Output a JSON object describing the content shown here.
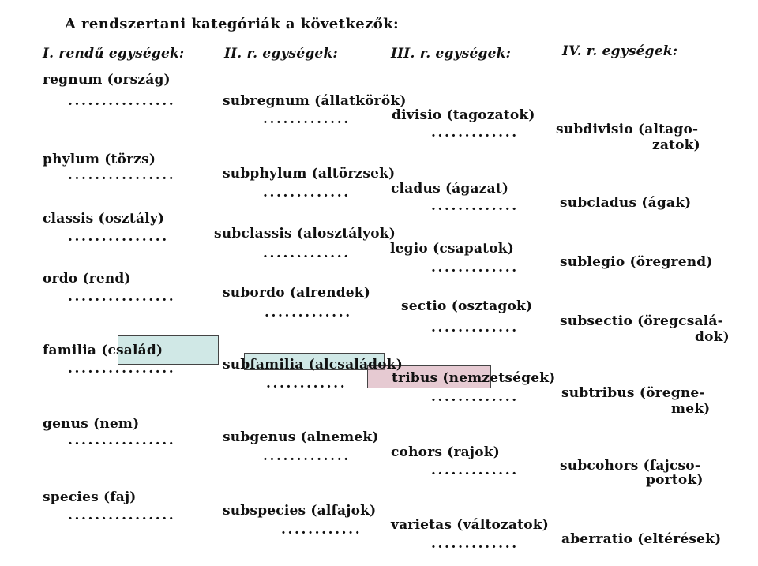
{
  "title": "A rendszertani kategóriák a következők:",
  "headers": [
    "I. rendű egységek:",
    "II. r. egységek:",
    "III. r. egységek:",
    "IV. r. egységek:"
  ],
  "dots": {
    "d15": "................",
    "d16": "...............",
    "d13": ".............",
    "d12": "............"
  },
  "groups": [
    {
      "r1": "regnum (ország)",
      "r2": "subregnum (állatkörök)",
      "r3": "divisio (tagozatok)",
      "r4a": "subdivisio (altago-",
      "r4b": "zatok)"
    },
    {
      "r1": "phylum (törzs)",
      "r2": "subphylum (altörzsek)",
      "r3": "cladus (ágazat)",
      "r4a": "subcladus (ágak)"
    },
    {
      "r1": "classis (osztály)",
      "r2": "subclassis (alosztályok)",
      "r3": "legio (csapatok)",
      "r4a": "sublegio (öregrend)"
    },
    {
      "r1": "ordo (rend)",
      "r2": "subordo (alrendek)",
      "r3": "sectio (osztagok)",
      "r4a": "subsectio (öregcsalá-",
      "r4b": "dok)"
    },
    {
      "r1": "familia (család)",
      "r2": "subfamilia (alcsaládok)",
      "r3": "tribus (nemzetségek)",
      "r4a": "subtribus (öregne-",
      "r4b": "mek)"
    },
    {
      "r1": "genus (nem)",
      "r2": "subgenus (alnemek)",
      "r3": "cohors (rajok)",
      "r4a": "subcohors (fajcso-",
      "r4b": "portok)"
    },
    {
      "r1": "species (faj)",
      "r2": "subspecies (alfajok)",
      "r3": "varietas (változatok)",
      "r4a": "aberratio (eltérések)"
    }
  ],
  "highlight_colors": {
    "green": "#96cdc8",
    "pink": "#cd96a5"
  }
}
